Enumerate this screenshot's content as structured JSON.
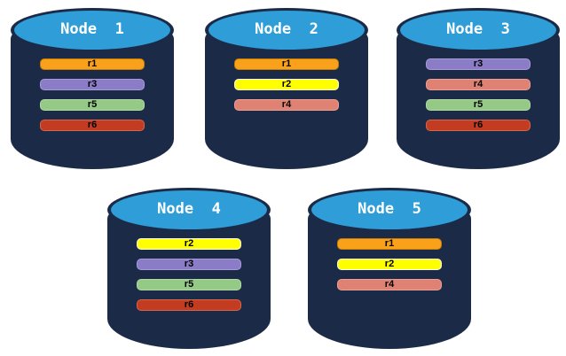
{
  "diagram_title": "database-nodes-replica-placement",
  "palette": {
    "background": "#FFFFFF",
    "cylinder_body": "#1B2A47",
    "cylinder_top": "#2E9DD8",
    "title_color": "#FFFFFF",
    "bar_text_color": "#000000"
  },
  "replica_colors": {
    "r1": {
      "fill": "#F9A11B",
      "border": "#C87D05"
    },
    "r2": {
      "fill": "#FFFF00",
      "border": "#FDFDEB"
    },
    "r3": {
      "fill": "#8B7CC8",
      "border": "#A79BD6"
    },
    "r4": {
      "fill": "#E08273",
      "border": "#EBA094"
    },
    "r5": {
      "fill": "#94C986",
      "border": "#B2D8A7"
    },
    "r6": {
      "fill": "#C33C22",
      "border": "#D4664D"
    }
  },
  "nodes": [
    {
      "title": "Node  1",
      "replicas": [
        "r1",
        "r3",
        "r5",
        "r6"
      ]
    },
    {
      "title": "Node  2",
      "replicas": [
        "r1",
        "r2",
        "r4"
      ]
    },
    {
      "title": "Node  3",
      "replicas": [
        "r3",
        "r4",
        "r5",
        "r6"
      ]
    },
    {
      "title": "Node  4",
      "replicas": [
        "r2",
        "r3",
        "r5",
        "r6"
      ]
    },
    {
      "title": "Node  5",
      "replicas": [
        "r1",
        "r2",
        "r4"
      ]
    }
  ]
}
